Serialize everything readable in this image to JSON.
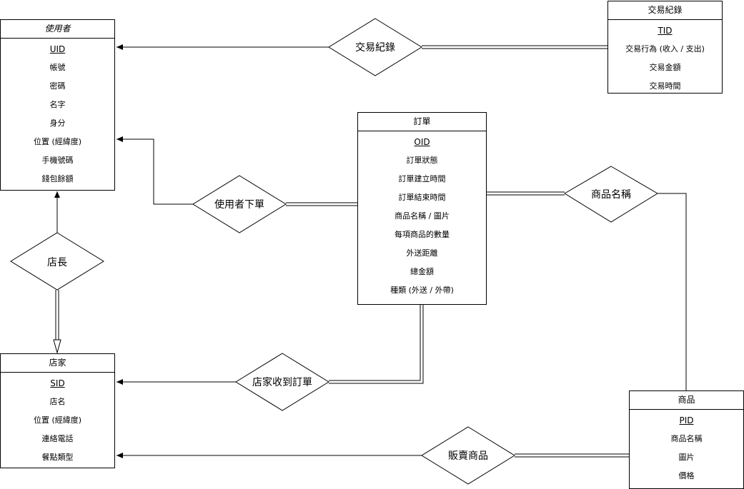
{
  "entities": {
    "user": {
      "title": "使用者",
      "attributes": [
        "UID",
        "帳號",
        "密碼",
        "名字",
        "身分",
        "位置 (經緯度)",
        "手機號碼",
        "錢包餘額"
      ]
    },
    "transaction": {
      "title": "交易紀錄",
      "attributes": [
        "TID",
        "交易行為 (收入 / 支出)",
        "交易金額",
        "交易時間"
      ]
    },
    "order": {
      "title": "訂單",
      "attributes": [
        "OID",
        "訂單狀態",
        "訂單建立時間",
        "訂單結束時間",
        "商品名稱 / 圖片",
        "每項商品的數量",
        "外送距離",
        "總金額",
        "種類 (外送 / 外帶)"
      ]
    },
    "store": {
      "title": "店家",
      "attributes": [
        "SID",
        "店名",
        "位置 (經緯度)",
        "連絡電話",
        "餐點類型"
      ]
    },
    "product": {
      "title": "商品",
      "attributes": [
        "PID",
        "商品名稱",
        "圖片",
        "價格"
      ]
    }
  },
  "relationships": {
    "transaction_record": "交易紀錄",
    "user_order": "使用者下單",
    "product_name": "商品名稱",
    "owner": "店長",
    "store_receive_order": "店家收到訂單",
    "sell_product": "販賣商品"
  }
}
